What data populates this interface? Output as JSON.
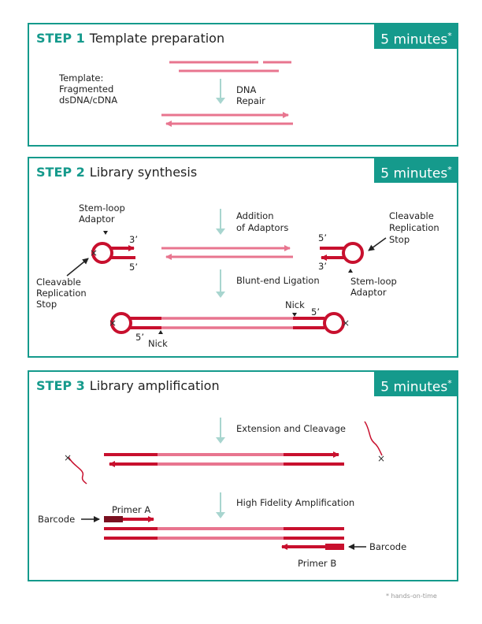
{
  "steps": [
    {
      "num": "STEP 1",
      "title": "Template preparation",
      "time": "5 minutes",
      "mark": "*"
    },
    {
      "num": "STEP 2",
      "title": "Library synthesis",
      "time": "5 minutes",
      "mark": "*"
    },
    {
      "num": "STEP 3",
      "title": "Library amplification",
      "time": "5 minutes",
      "mark": "*"
    }
  ],
  "step1": {
    "template_lines": [
      "Template:",
      "Fragmented",
      "dsDNA/cDNA"
    ],
    "repair_lines": [
      "DNA",
      "Repair"
    ]
  },
  "step2": {
    "stem_loop_lines": [
      "Stem-loop",
      "Adaptor"
    ],
    "cleavable_lines": [
      "Cleavable",
      "Replication",
      "Stop"
    ],
    "addition_lines": [
      "Addition",
      "of Adaptors"
    ],
    "blunt_end": "Blunt-end Ligation",
    "three_prime": "3’",
    "five_prime": "5’",
    "nick": "Nick"
  },
  "step3": {
    "extension": "Extension and Cleavage",
    "high_fidelity": "High Fidelity Amplification",
    "primer_a": "Primer A",
    "primer_b": "Primer B",
    "barcode": "Barcode"
  },
  "footnote": "* hands-on-time",
  "colors": {
    "teal": "#159a8c",
    "dark_red": "#c8102e",
    "pink": "#e8758f",
    "arrow": "#a8d5cf",
    "barcode": "#7a1020"
  }
}
